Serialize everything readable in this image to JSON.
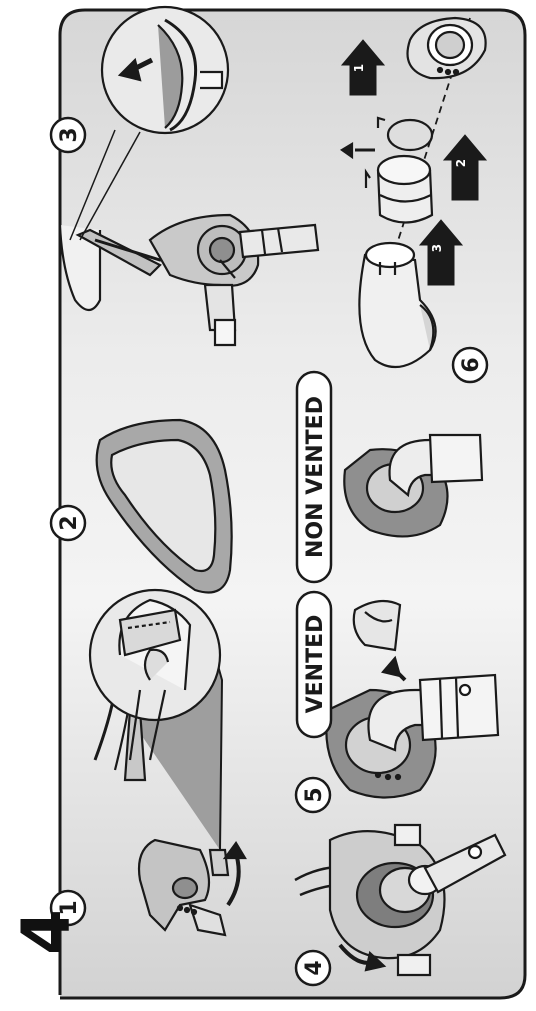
{
  "page": {
    "number": "4"
  },
  "steps": [
    {
      "number": "1"
    },
    {
      "number": "2"
    },
    {
      "number": "3"
    },
    {
      "number": "4"
    },
    {
      "number": "5"
    },
    {
      "number": "6"
    }
  ],
  "labels": {
    "vented": "VENTED",
    "non_vented": "NON VENTED"
  },
  "arrow_numbers": [
    "1",
    "2",
    "3"
  ],
  "colors": {
    "panel_light": "#f3f3f3",
    "panel_dark": "#d9d9d9",
    "line": "#1a1a1a",
    "part_fill": "#b9b9b9",
    "part_dark": "#8a8a8a"
  }
}
